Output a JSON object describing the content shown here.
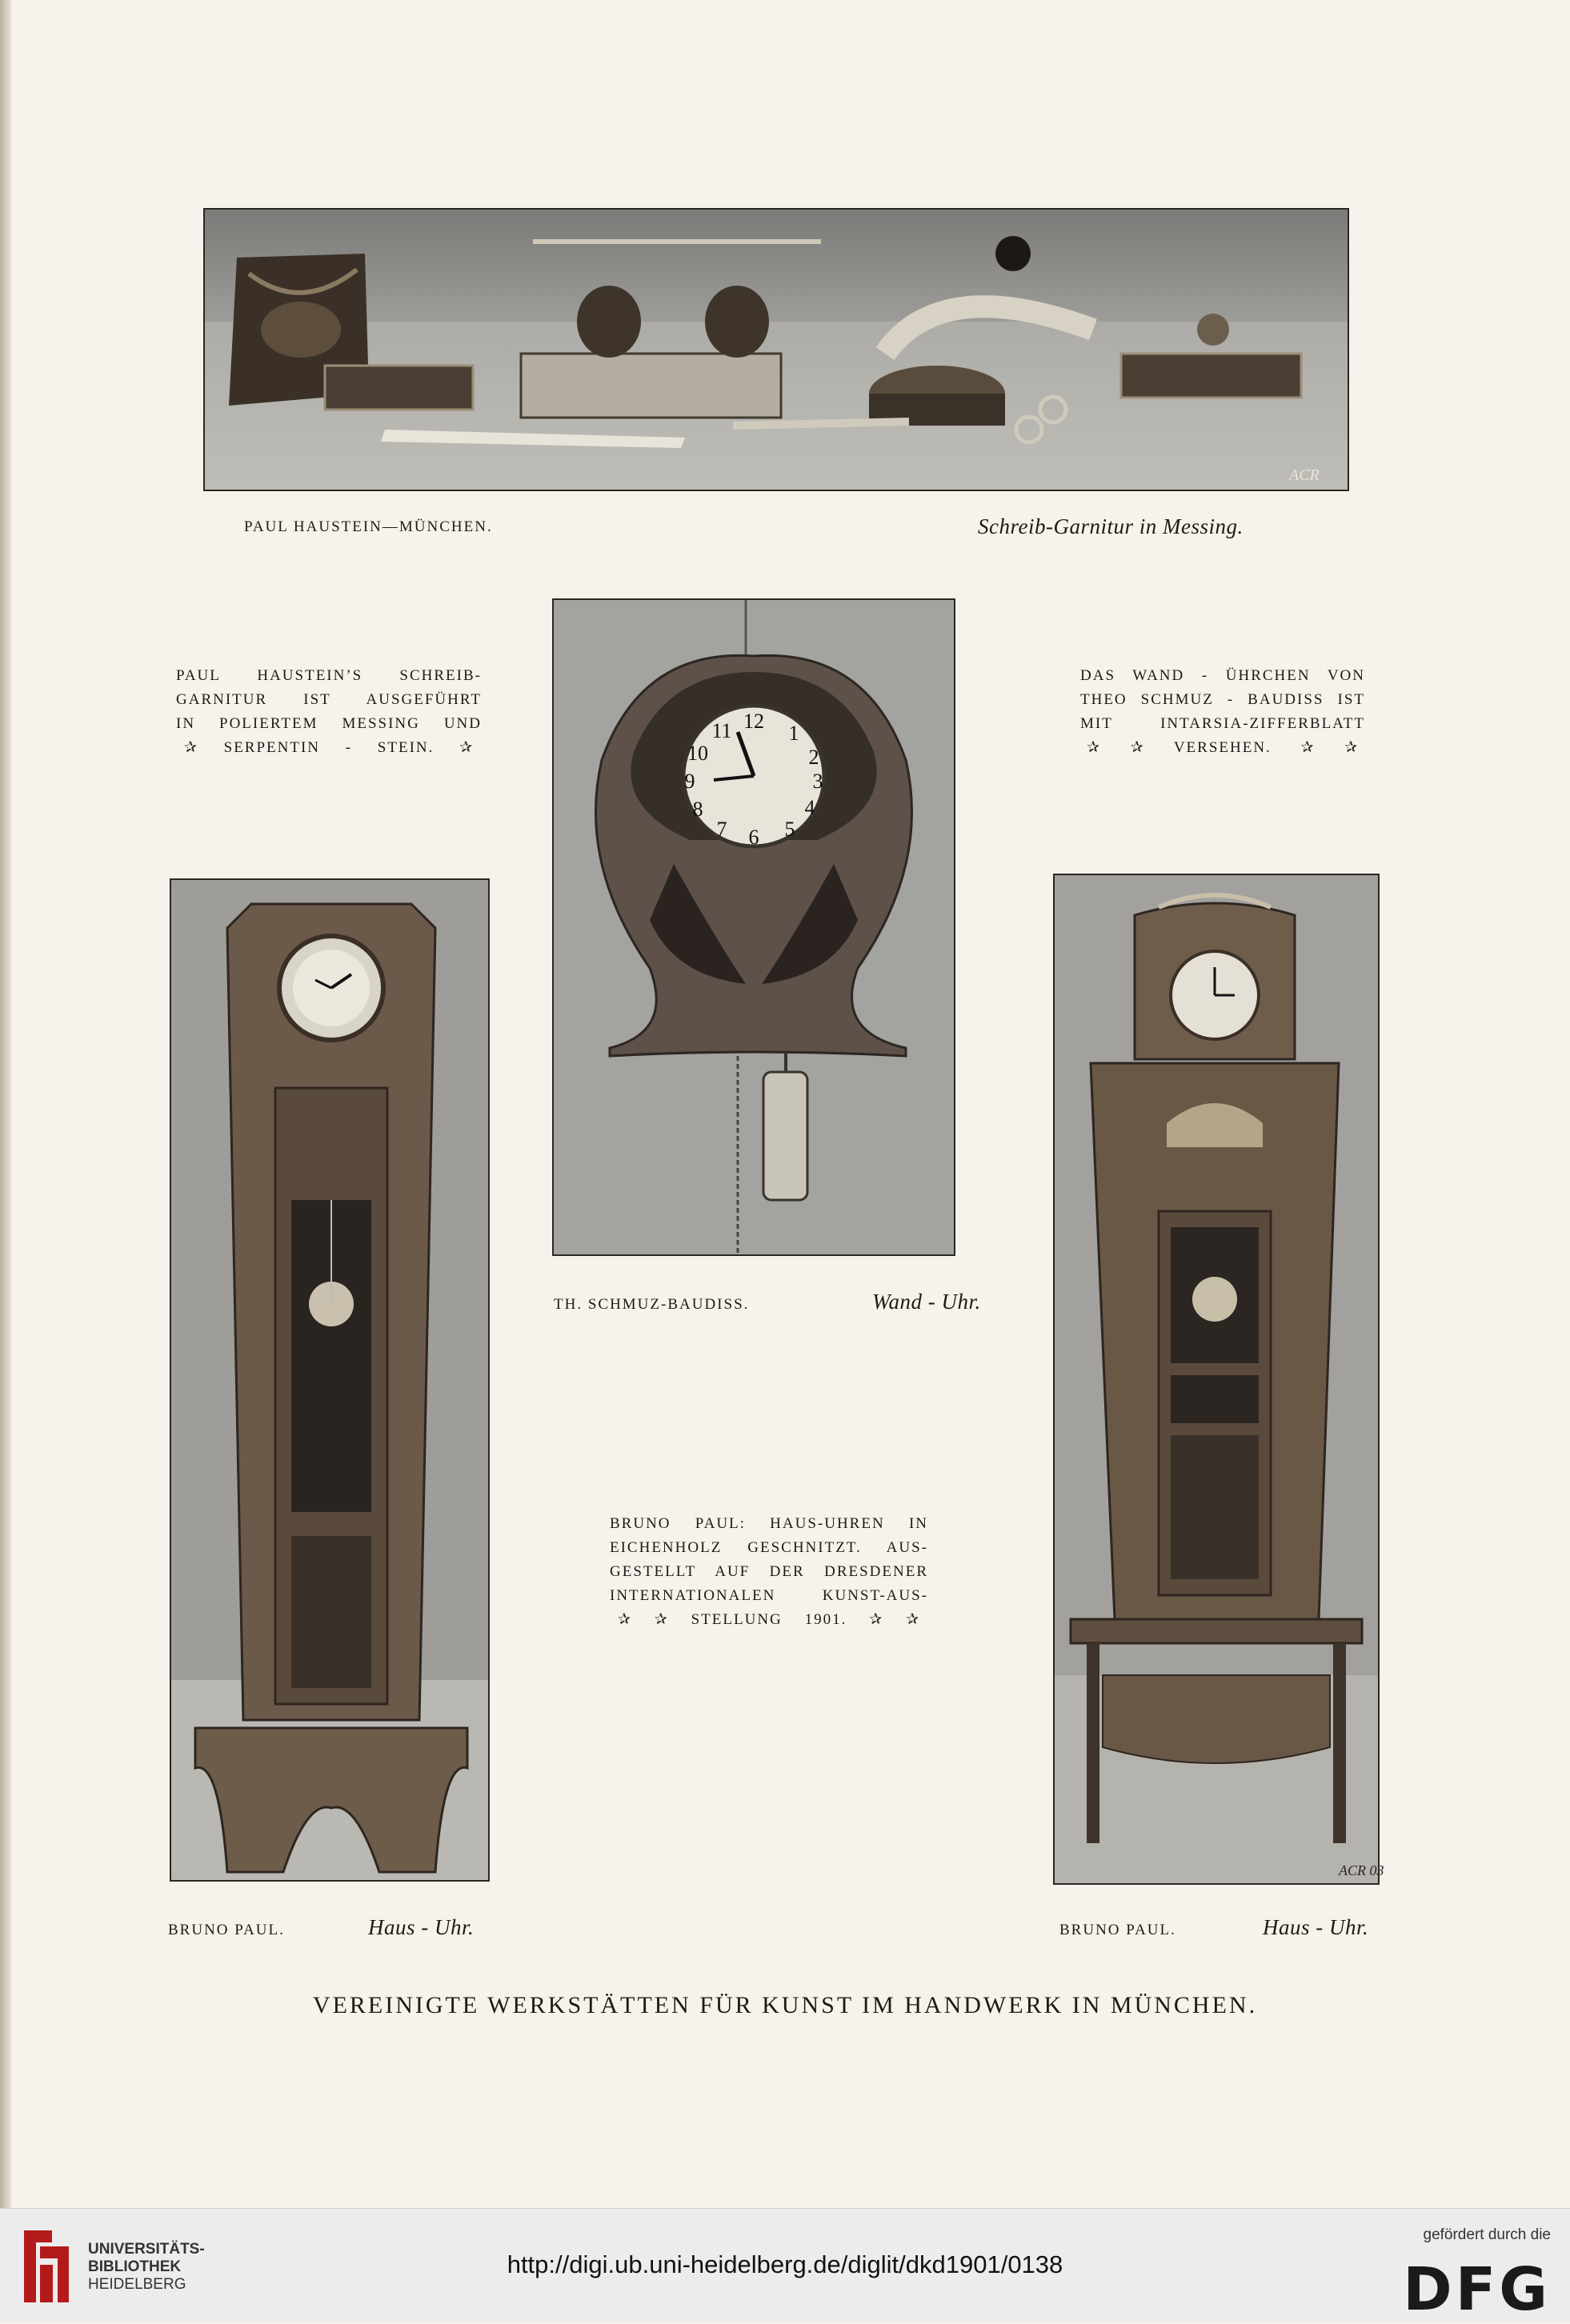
{
  "top_photo": {
    "signature": "ACR",
    "caption_left": "PAUL HAUSTEIN—MÜNCHEN.",
    "caption_right": "Schreib-Garnitur in Messing."
  },
  "left_text": [
    "PAUL HAUSTEIN’S SCHREIB-",
    "GARNITUR IST AUSGEFÜHRT",
    "IN POLIERTEM MESSING UND",
    "✰ SERPENTIN - STEIN. ✰"
  ],
  "right_text": [
    "DAS WAND - ÜHRCHEN VON",
    "THEO SCHMUZ - BAUDISS IST",
    "MIT INTARSIA-ZIFFERBLATT",
    "✰ ✰ VERSEHEN. ✰ ✰"
  ],
  "center_photo": {
    "caption_left": "TH. SCHMUZ-BAUDISS.",
    "caption_right": "Wand - Uhr."
  },
  "center_text": [
    "BRUNO PAUL: HAUS-UHREN IN",
    "EICHENHOLZ GESCHNITZT. AUS-",
    "GESTELLT AUF DER DRESDENER",
    "INTERNATIONALEN KUNST-AUS-",
    "✰ ✰ STELLUNG 1901. ✰ ✰"
  ],
  "left_clock": {
    "caption_left": "BRUNO PAUL.",
    "caption_right": "Haus - Uhr."
  },
  "right_clock": {
    "signature": "ACR 03",
    "caption_left": "BRUNO PAUL.",
    "caption_right": "Haus - Uhr."
  },
  "footer_title": "VEREINIGTE WERKSTÄTTEN FÜR KUNST IM HANDWERK IN MÜNCHEN.",
  "bottom_bar": {
    "uni_name": [
      "UNIVERSITÄTS-",
      "BIBLIOTHEK",
      "HEIDELBERG"
    ],
    "url": "http://digi.ub.uni-heidelberg.de/diglit/dkd1901/0138",
    "dfg_label": "gefördert durch die",
    "dfg_logo": "DFG"
  }
}
